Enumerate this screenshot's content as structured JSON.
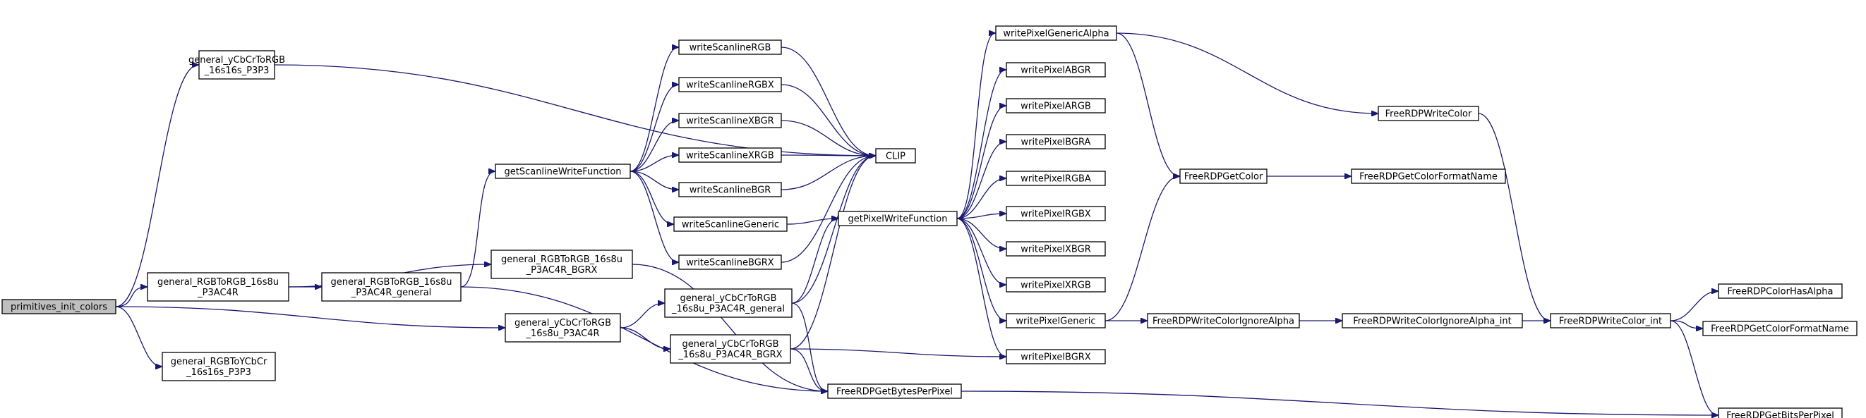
{
  "graph": {
    "root": "primitives_init_colors",
    "colors": {
      "edge": "#191970",
      "node_border": "#000000",
      "root_fill": "#bfbfbf",
      "node_fill": "#ffffff"
    },
    "nodes": [
      {
        "id": "primitives_init_colors",
        "lines": [
          "primitives_init_colors"
        ]
      },
      {
        "id": "general_yCbCrToRGB_16s16s_P3P3",
        "lines": [
          "general_yCbCrToRGB",
          "_16s16s_P3P3"
        ]
      },
      {
        "id": "general_RGBToRGB_16s8u_P3AC4R",
        "lines": [
          "general_RGBToRGB_16s8u",
          "_P3AC4R"
        ]
      },
      {
        "id": "general_RGBToYCbCr_16s16s_P3P3",
        "lines": [
          "general_RGBToYCbCr",
          "_16s16s_P3P3"
        ]
      },
      {
        "id": "general_RGBToRGB_16s8u_P3AC4R_general",
        "lines": [
          "general_RGBToRGB_16s8u",
          "_P3AC4R_general"
        ]
      },
      {
        "id": "general_yCbCrToRGB_16s8u_P3AC4R",
        "lines": [
          "general_yCbCrToRGB",
          "_16s8u_P3AC4R"
        ]
      },
      {
        "id": "getScanlineWriteFunction",
        "lines": [
          "getScanlineWriteFunction"
        ]
      },
      {
        "id": "general_RGBToRGB_16s8u_P3AC4R_BGRX",
        "lines": [
          "general_RGBToRGB_16s8u",
          "_P3AC4R_BGRX"
        ]
      },
      {
        "id": "general_yCbCrToRGB_16s8u_P3AC4R_general",
        "lines": [
          "general_yCbCrToRGB",
          "_16s8u_P3AC4R_general"
        ]
      },
      {
        "id": "general_yCbCrToRGB_16s8u_P3AC4R_BGRX",
        "lines": [
          "general_yCbCrToRGB",
          "_16s8u_P3AC4R_BGRX"
        ]
      },
      {
        "id": "writeScanlineRGB",
        "lines": [
          "writeScanlineRGB"
        ]
      },
      {
        "id": "writeScanlineRGBX",
        "lines": [
          "writeScanlineRGBX"
        ]
      },
      {
        "id": "writeScanlineXBGR",
        "lines": [
          "writeScanlineXBGR"
        ]
      },
      {
        "id": "writeScanlineXRGB",
        "lines": [
          "writeScanlineXRGB"
        ]
      },
      {
        "id": "writeScanlineBGR",
        "lines": [
          "writeScanlineBGR"
        ]
      },
      {
        "id": "writeScanlineGeneric",
        "lines": [
          "writeScanlineGeneric"
        ]
      },
      {
        "id": "writeScanlineBGRX",
        "lines": [
          "writeScanlineBGRX"
        ]
      },
      {
        "id": "CLIP",
        "lines": [
          "CLIP"
        ]
      },
      {
        "id": "getPixelWriteFunction",
        "lines": [
          "getPixelWriteFunction"
        ]
      },
      {
        "id": "FreeRDPGetBytesPerPixel",
        "lines": [
          "FreeRDPGetBytesPerPixel"
        ]
      },
      {
        "id": "writePixelGenericAlpha",
        "lines": [
          "writePixelGenericAlpha"
        ]
      },
      {
        "id": "writePixelABGR",
        "lines": [
          "writePixelABGR"
        ]
      },
      {
        "id": "writePixelARGB",
        "lines": [
          "writePixelARGB"
        ]
      },
      {
        "id": "writePixelBGRA",
        "lines": [
          "writePixelBGRA"
        ]
      },
      {
        "id": "writePixelRGBA",
        "lines": [
          "writePixelRGBA"
        ]
      },
      {
        "id": "writePixelRGBX",
        "lines": [
          "writePixelRGBX"
        ]
      },
      {
        "id": "writePixelXBGR",
        "lines": [
          "writePixelXBGR"
        ]
      },
      {
        "id": "writePixelXRGB",
        "lines": [
          "writePixelXRGB"
        ]
      },
      {
        "id": "writePixelGeneric",
        "lines": [
          "writePixelGeneric"
        ]
      },
      {
        "id": "writePixelBGRX",
        "lines": [
          "writePixelBGRX"
        ]
      },
      {
        "id": "FreeRDPGetColor",
        "lines": [
          "FreeRDPGetColor"
        ]
      },
      {
        "id": "FreeRDPWriteColor",
        "lines": [
          "FreeRDPWriteColor"
        ]
      },
      {
        "id": "FreeRDPGetColorFormatName_1",
        "lines": [
          "FreeRDPGetColorFormatName"
        ]
      },
      {
        "id": "FreeRDPWriteColorIgnoreAlpha",
        "lines": [
          "FreeRDPWriteColorIgnoreAlpha"
        ]
      },
      {
        "id": "FreeRDPWriteColorIgnoreAlpha_int",
        "lines": [
          "FreeRDPWriteColorIgnoreAlpha_int"
        ]
      },
      {
        "id": "FreeRDPWriteColor_int",
        "lines": [
          "FreeRDPWriteColor_int"
        ]
      },
      {
        "id": "FreeRDPColorHasAlpha",
        "lines": [
          "FreeRDPColorHasAlpha"
        ]
      },
      {
        "id": "FreeRDPGetColorFormatName_2",
        "lines": [
          "FreeRDPGetColorFormatName"
        ]
      },
      {
        "id": "FreeRDPGetBitsPerPixel",
        "lines": [
          "FreeRDPGetBitsPerPixel"
        ]
      }
    ],
    "edges": [
      [
        "primitives_init_colors",
        "general_yCbCrToRGB_16s16s_P3P3"
      ],
      [
        "primitives_init_colors",
        "general_RGBToRGB_16s8u_P3AC4R"
      ],
      [
        "primitives_init_colors",
        "general_yCbCrToRGB_16s8u_P3AC4R"
      ],
      [
        "primitives_init_colors",
        "general_RGBToYCbCr_16s16s_P3P3"
      ],
      [
        "general_yCbCrToRGB_16s16s_P3P3",
        "CLIP"
      ],
      [
        "general_RGBToRGB_16s8u_P3AC4R",
        "general_RGBToRGB_16s8u_P3AC4R_general"
      ],
      [
        "general_RGBToRGB_16s8u_P3AC4R",
        "general_RGBToRGB_16s8u_P3AC4R_BGRX"
      ],
      [
        "general_RGBToRGB_16s8u_P3AC4R_general",
        "getScanlineWriteFunction"
      ],
      [
        "general_RGBToRGB_16s8u_P3AC4R_general",
        "FreeRDPGetBytesPerPixel"
      ],
      [
        "general_RGBToRGB_16s8u_P3AC4R_BGRX",
        "FreeRDPGetBytesPerPixel"
      ],
      [
        "general_yCbCrToRGB_16s8u_P3AC4R",
        "general_yCbCrToRGB_16s8u_P3AC4R_general"
      ],
      [
        "general_yCbCrToRGB_16s8u_P3AC4R",
        "general_yCbCrToRGB_16s8u_P3AC4R_BGRX"
      ],
      [
        "getScanlineWriteFunction",
        "writeScanlineRGB"
      ],
      [
        "getScanlineWriteFunction",
        "writeScanlineRGBX"
      ],
      [
        "getScanlineWriteFunction",
        "writeScanlineXBGR"
      ],
      [
        "getScanlineWriteFunction",
        "writeScanlineXRGB"
      ],
      [
        "getScanlineWriteFunction",
        "writeScanlineBGR"
      ],
      [
        "getScanlineWriteFunction",
        "writeScanlineGeneric"
      ],
      [
        "getScanlineWriteFunction",
        "writeScanlineBGRX"
      ],
      [
        "writeScanlineRGB",
        "CLIP"
      ],
      [
        "writeScanlineRGBX",
        "CLIP"
      ],
      [
        "writeScanlineXBGR",
        "CLIP"
      ],
      [
        "writeScanlineXRGB",
        "CLIP"
      ],
      [
        "writeScanlineBGR",
        "CLIP"
      ],
      [
        "writeScanlineBGRX",
        "CLIP"
      ],
      [
        "writeScanlineGeneric",
        "getPixelWriteFunction"
      ],
      [
        "general_yCbCrToRGB_16s8u_P3AC4R_general",
        "CLIP"
      ],
      [
        "general_yCbCrToRGB_16s8u_P3AC4R_general",
        "getPixelWriteFunction"
      ],
      [
        "general_yCbCrToRGB_16s8u_P3AC4R_general",
        "FreeRDPGetBytesPerPixel"
      ],
      [
        "general_yCbCrToRGB_16s8u_P3AC4R_BGRX",
        "CLIP"
      ],
      [
        "general_yCbCrToRGB_16s8u_P3AC4R_BGRX",
        "FreeRDPGetBytesPerPixel"
      ],
      [
        "general_yCbCrToRGB_16s8u_P3AC4R_BGRX",
        "writePixelBGRX"
      ],
      [
        "getPixelWriteFunction",
        "writePixelGenericAlpha"
      ],
      [
        "getPixelWriteFunction",
        "writePixelABGR"
      ],
      [
        "getPixelWriteFunction",
        "writePixelARGB"
      ],
      [
        "getPixelWriteFunction",
        "writePixelBGRA"
      ],
      [
        "getPixelWriteFunction",
        "writePixelRGBA"
      ],
      [
        "getPixelWriteFunction",
        "writePixelRGBX"
      ],
      [
        "getPixelWriteFunction",
        "writePixelXBGR"
      ],
      [
        "getPixelWriteFunction",
        "writePixelXRGB"
      ],
      [
        "getPixelWriteFunction",
        "writePixelGeneric"
      ],
      [
        "getPixelWriteFunction",
        "writePixelBGRX"
      ],
      [
        "writePixelGenericAlpha",
        "FreeRDPGetColor"
      ],
      [
        "writePixelGenericAlpha",
        "FreeRDPWriteColor"
      ],
      [
        "writePixelGeneric",
        "FreeRDPGetColor"
      ],
      [
        "writePixelGeneric",
        "FreeRDPWriteColorIgnoreAlpha"
      ],
      [
        "FreeRDPGetColor",
        "FreeRDPGetColorFormatName_1"
      ],
      [
        "FreeRDPWriteColor",
        "FreeRDPWriteColor_int"
      ],
      [
        "FreeRDPWriteColorIgnoreAlpha",
        "FreeRDPWriteColorIgnoreAlpha_int"
      ],
      [
        "FreeRDPWriteColorIgnoreAlpha_int",
        "FreeRDPWriteColor_int"
      ],
      [
        "FreeRDPWriteColor_int",
        "FreeRDPColorHasAlpha"
      ],
      [
        "FreeRDPWriteColor_int",
        "FreeRDPGetColorFormatName_2"
      ],
      [
        "FreeRDPWriteColor_int",
        "FreeRDPGetBitsPerPixel"
      ],
      [
        "FreeRDPGetBytesPerPixel",
        "FreeRDPGetBitsPerPixel"
      ]
    ]
  }
}
